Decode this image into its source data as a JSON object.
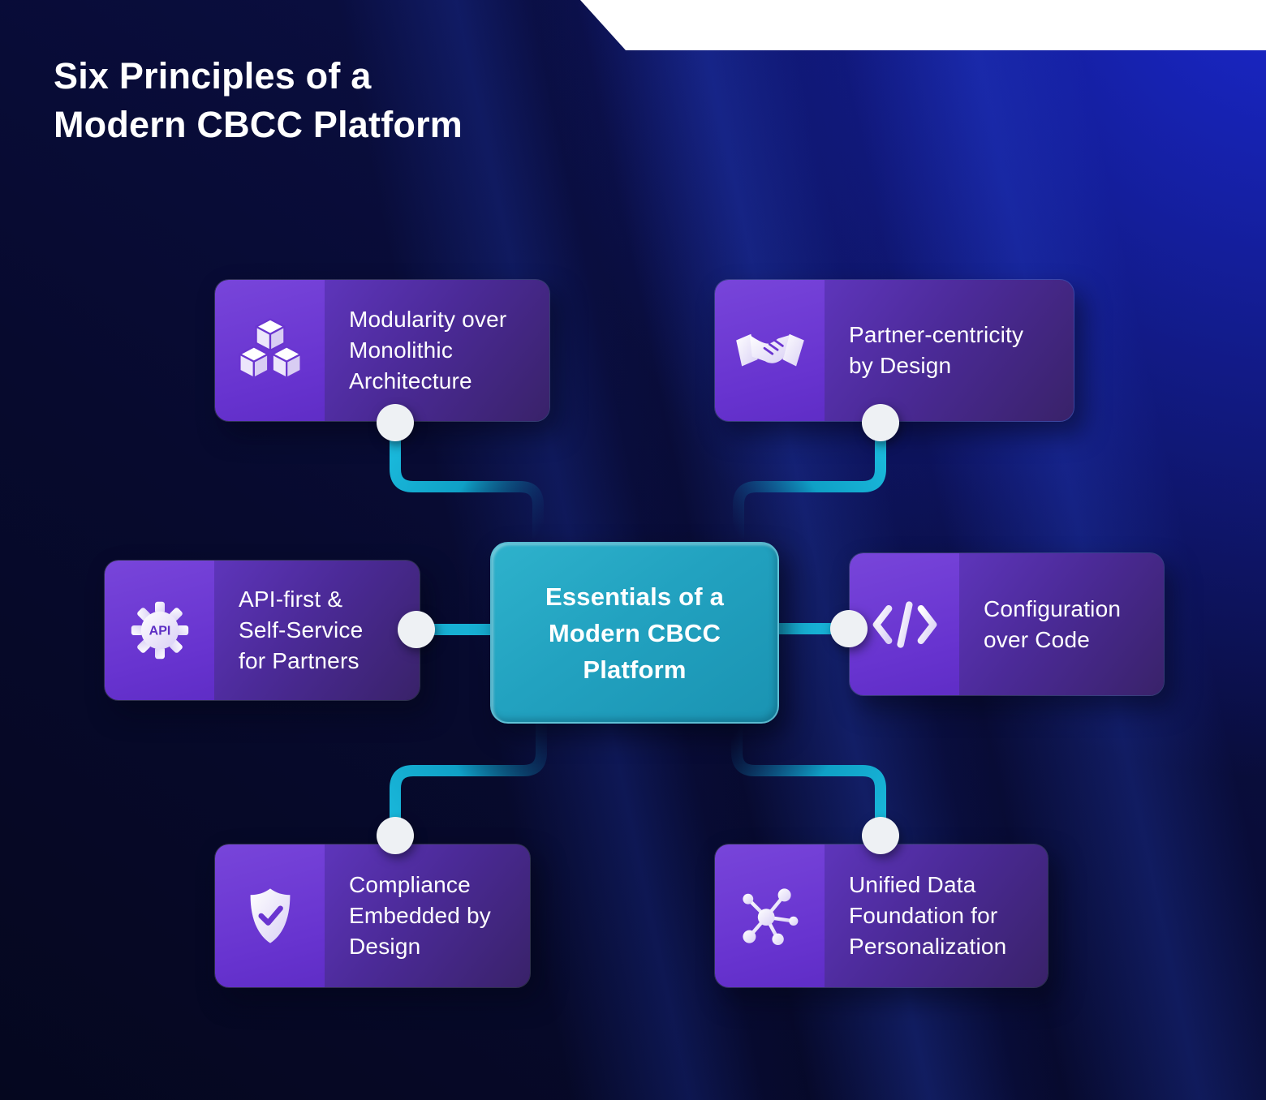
{
  "title": {
    "text": "Six Principles of a\nModern CBCC Platform"
  },
  "center_node": {
    "label": "Essentials of a\nModern CBCC\nPlatform"
  },
  "cards": [
    {
      "id": "modularity",
      "icon": "cubes-icon",
      "label": "Modularity over\nMonolithic\nArchitecture"
    },
    {
      "id": "partner-centricity",
      "icon": "handshake-icon",
      "label": "Partner-centricity\nby Design"
    },
    {
      "id": "api-first",
      "icon": "api-gear-icon",
      "icon_text": "API",
      "label": "API-first &\nSelf-Service\nfor Partners"
    },
    {
      "id": "configuration",
      "icon": "code-icon",
      "label": "Configuration\nover Code"
    },
    {
      "id": "compliance",
      "icon": "shield-check-icon",
      "label": "Compliance\nEmbedded by\nDesign"
    },
    {
      "id": "unified-data",
      "icon": "network-icon",
      "label": "Unified Data\nFoundation for\nPersonalization"
    }
  ],
  "colors": {
    "background_navy": "#0a0e40",
    "accent_blue": "#1b2ac9",
    "card_purple": "#6a35d0",
    "card_purple_dark": "#392269",
    "node_teal": "#22a2c0",
    "connector_teal": "#14b2d6",
    "dot_white": "#eef1f4",
    "text_white": "#ffffff",
    "notch_white": "#ffffff"
  }
}
